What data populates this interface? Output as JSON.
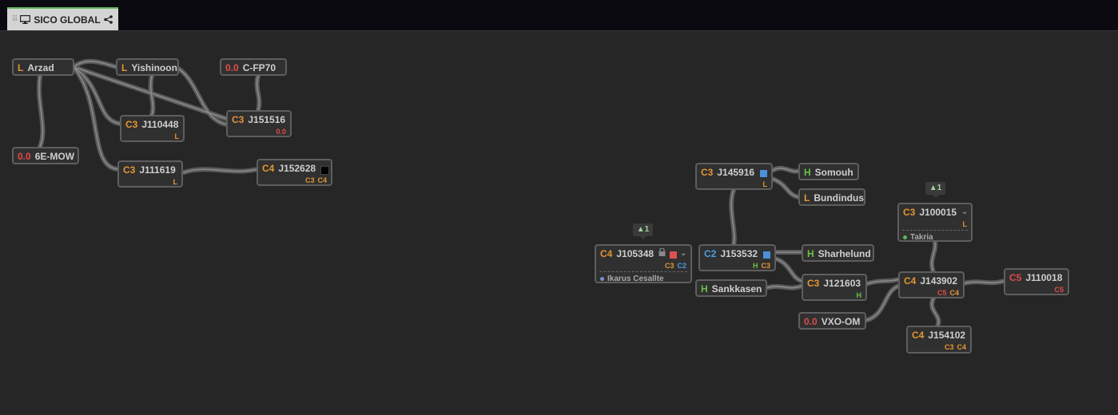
{
  "tab": {
    "title": "SICO GLOBAL"
  },
  "colors": {
    "L": "#e39632",
    "H": "#6cc04a",
    "C2": "#4a9ee0",
    "C3": "#e39632",
    "C4": "#e39632",
    "C5": "#e04a4a",
    "NS": "#e04a4a",
    "blue_marker": "#4a90d9",
    "red_marker": "#e05050",
    "black_marker": "#000000"
  },
  "nodes": {
    "arzad": {
      "cls": "L",
      "name": "Arzad"
    },
    "yishinoon": {
      "cls": "L",
      "name": "Yishinoon"
    },
    "cfp70": {
      "cls": "0.0",
      "name": "C-FP70"
    },
    "j110448": {
      "cls": "C3",
      "name": "J110448",
      "statics": [
        "L"
      ]
    },
    "j151516": {
      "cls": "C3",
      "name": "J151516",
      "statics": [
        "0.0"
      ]
    },
    "6emow": {
      "cls": "0.0",
      "name": "6E-MOW"
    },
    "j111619": {
      "cls": "C3",
      "name": "J111619",
      "statics": [
        "L"
      ]
    },
    "j152628": {
      "cls": "C4",
      "name": "J152628",
      "statics": [
        "C3",
        "C4"
      ]
    },
    "j145916": {
      "cls": "C3",
      "name": "J145916",
      "statics": [
        "L"
      ]
    },
    "somouh": {
      "cls": "H",
      "name": "Somouh"
    },
    "bundindus": {
      "cls": "L",
      "name": "Bundindus"
    },
    "j100015": {
      "cls": "C3",
      "name": "J100015",
      "statics": [
        "L"
      ],
      "owner": "Takria",
      "badge": "1"
    },
    "j105348": {
      "cls": "C4",
      "name": "J105348",
      "statics": [
        "C3",
        "C2"
      ],
      "owner": "Ikarus Cesallte",
      "badge": "1"
    },
    "j153532": {
      "cls": "C2",
      "name": "J153532",
      "statics": [
        "H",
        "C3"
      ]
    },
    "sharhelund": {
      "cls": "H",
      "name": "Sharhelund"
    },
    "sankkasen": {
      "cls": "H",
      "name": "Sankkasen"
    },
    "j121603": {
      "cls": "C3",
      "name": "J121603",
      "statics": [
        "H"
      ]
    },
    "j143902": {
      "cls": "C4",
      "name": "J143902",
      "statics": [
        "C5",
        "C4"
      ]
    },
    "j110018": {
      "cls": "C5",
      "name": "J110018",
      "statics": [
        "C5"
      ]
    },
    "vxoom": {
      "cls": "0.0",
      "name": "VXO-OM"
    },
    "j154102": {
      "cls": "C4",
      "name": "J154102",
      "statics": [
        "C3",
        "C4"
      ]
    }
  }
}
